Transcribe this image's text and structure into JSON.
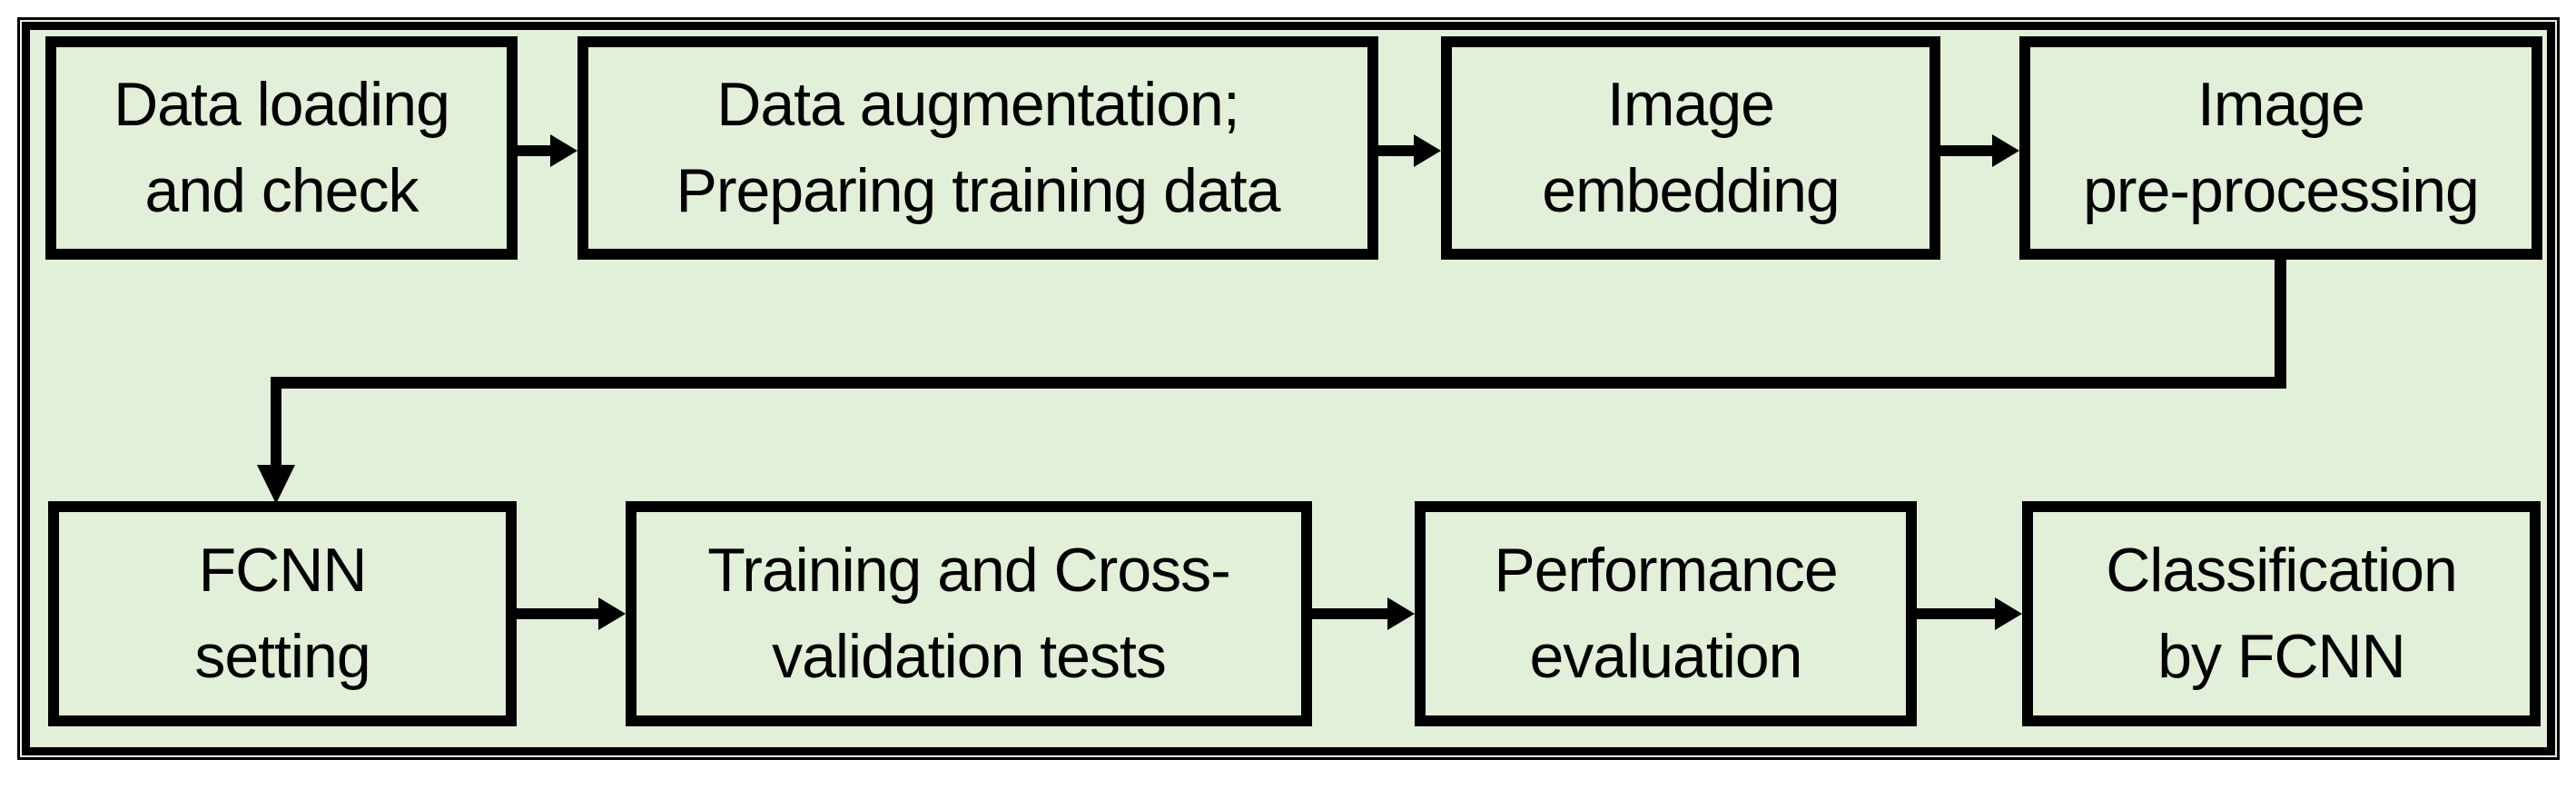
{
  "diagram": {
    "type": "flowchart",
    "colors": {
      "background": "#ffffff",
      "fill": "#e2efd9",
      "line": "#000000",
      "text": "#000000"
    },
    "boxes": [
      {
        "id": "data-loading-and-check",
        "row": 1,
        "label": "Data loading and check",
        "lines": [
          "Data loading",
          "and check"
        ]
      },
      {
        "id": "data-augmentation-preparing-training-data",
        "row": 1,
        "label": "Data augmentation; Preparing training data",
        "lines": [
          "Data augmentation;",
          "Preparing training data"
        ]
      },
      {
        "id": "image-embedding",
        "row": 1,
        "label": "Image embedding",
        "lines": [
          "Image",
          "embedding"
        ]
      },
      {
        "id": "image-pre-processing",
        "row": 1,
        "label": "Image pre-processing",
        "lines": [
          "Image",
          "pre-processing"
        ]
      },
      {
        "id": "fcnn-setting",
        "row": 2,
        "label": "FCNN setting",
        "lines": [
          "FCNN",
          "setting"
        ]
      },
      {
        "id": "training-and-cross-validation-tests",
        "row": 2,
        "label": "Training and Cross-validation tests",
        "lines": [
          "Training and Cross-",
          "validation tests"
        ]
      },
      {
        "id": "performance-evaluation",
        "row": 2,
        "label": "Performance evaluation",
        "lines": [
          "Performance",
          "evaluation"
        ]
      },
      {
        "id": "classification-by-fcnn",
        "row": 2,
        "label": "Classification by FCNN",
        "lines": [
          "Classification",
          "by FCNN"
        ]
      }
    ],
    "connections": [
      {
        "from": "Data loading and check",
        "to": "Data augmentation; Preparing training data",
        "style": "right-arrow"
      },
      {
        "from": "Data augmentation; Preparing training data",
        "to": "Image embedding",
        "style": "right-arrow"
      },
      {
        "from": "Image embedding",
        "to": "Image pre-processing",
        "style": "right-arrow"
      },
      {
        "from": "Image pre-processing",
        "to": "FCNN setting",
        "style": "elbow-down-left-down-arrow"
      },
      {
        "from": "FCNN setting",
        "to": "Training and Cross-validation tests",
        "style": "right-arrow"
      },
      {
        "from": "Training and Cross-validation tests",
        "to": "Performance evaluation",
        "style": "right-arrow"
      },
      {
        "from": "Performance evaluation",
        "to": "Classification by FCNN",
        "style": "right-arrow"
      }
    ]
  }
}
